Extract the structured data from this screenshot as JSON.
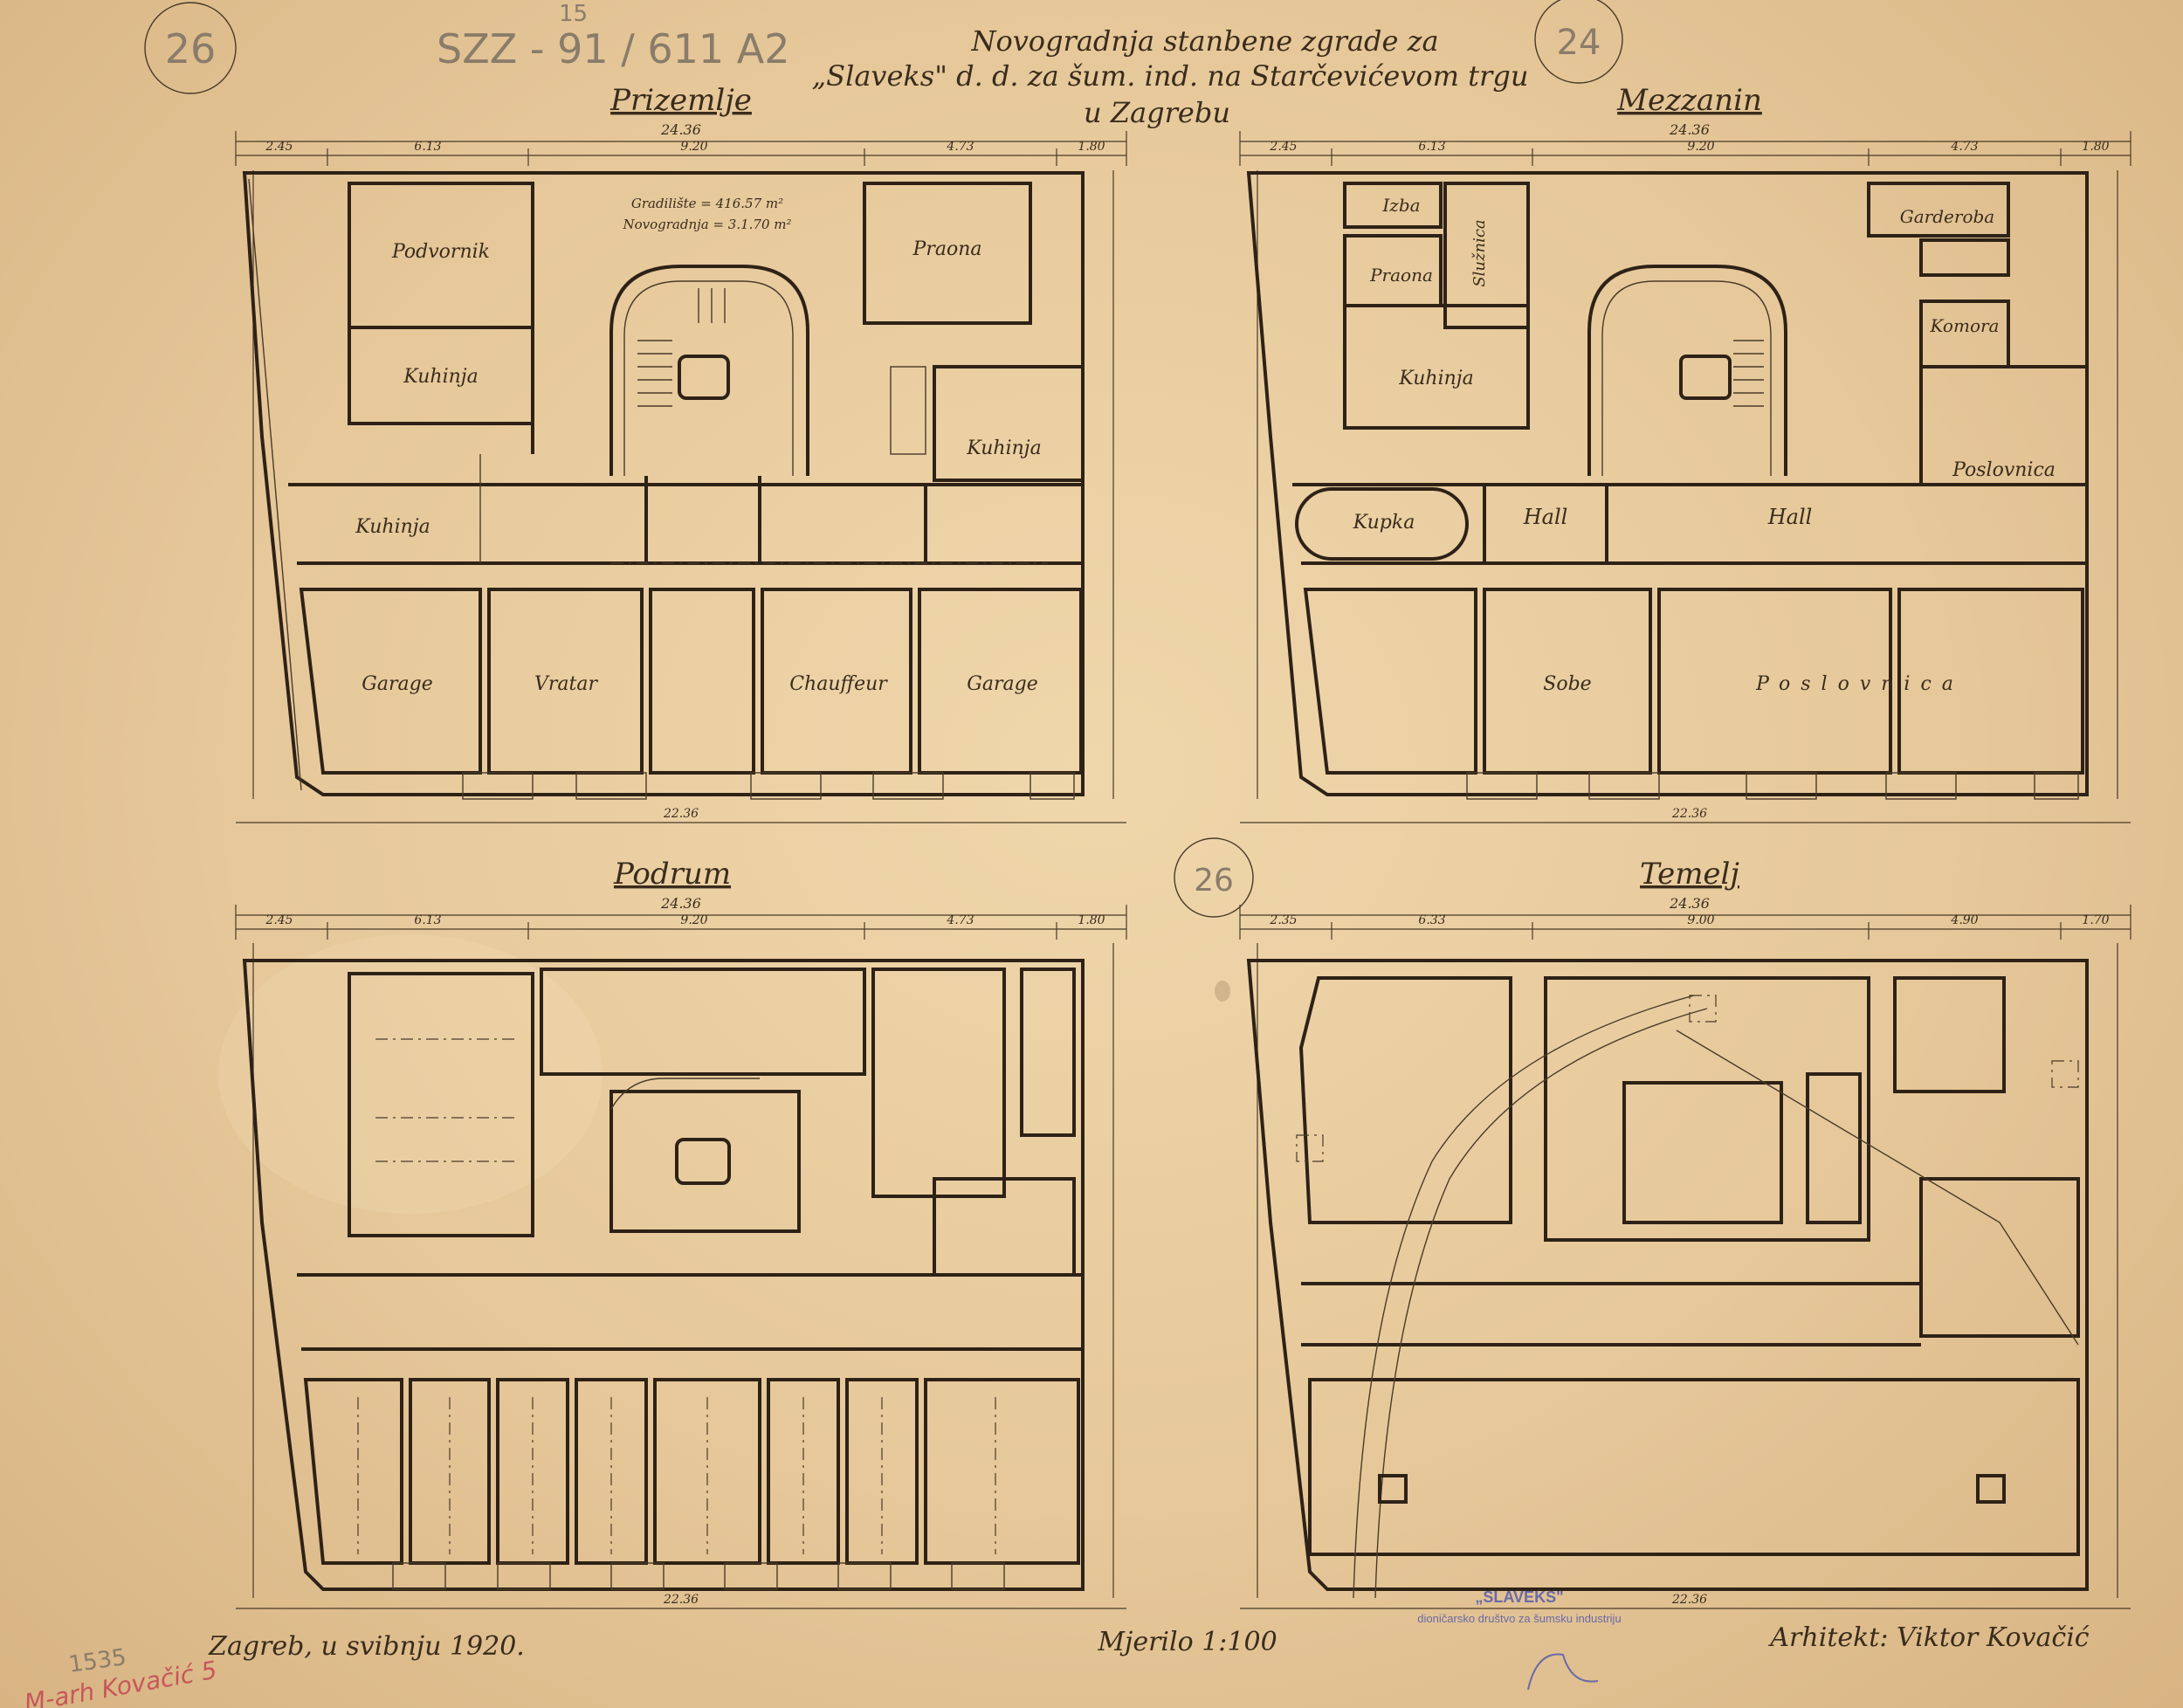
{
  "title": {
    "line1": "Novogradnja stanbene zgrade za",
    "line2": "„Slaveks\" d. d. za šum. ind. na Starčevićevom trgu",
    "line3": "u Zagrebu"
  },
  "archive": {
    "ref": "SZZ - 91 / 611 A2",
    "circle_left": "26",
    "circle_right": "24",
    "circle_mid": "26",
    "superscript": "15"
  },
  "plans": {
    "prizemlje": {
      "heading": "Prizemlje",
      "rooms": [
        "Podvornik",
        "Kuhinja",
        "Praona",
        "Kuhinja",
        "Kuhinja",
        "Garage",
        "Vratar",
        "Chauffeur",
        "Garage"
      ],
      "notes": [
        "Gradilište = 416.57 m²",
        "Novogradnja = 3.1.70 m²"
      ],
      "overall_top": "24.36",
      "overall_bottom": "22.36",
      "segments_top": [
        "2.45",
        "6.13",
        "9.20",
        "4.73",
        "1.80"
      ]
    },
    "mezzanin": {
      "heading": "Mezzanin",
      "rooms": [
        "Izba",
        "Praona",
        "Služnica",
        "Kuhinja",
        "Garderoba",
        "Komora",
        "Poslovnica",
        "Kupka",
        "Hall",
        "Hall",
        "Sobe",
        "Poslovnica"
      ],
      "overall_top": "24.36",
      "overall_bottom": "22.36",
      "segments_top": [
        "2.45",
        "6.13",
        "9.20",
        "4.73",
        "1.80"
      ]
    },
    "podrum": {
      "heading": "Podrum",
      "overall_top": "24.36",
      "overall_bottom": "22.36",
      "segments_top": [
        "2.45",
        "6.13",
        "9.20",
        "4.73",
        "1.80"
      ]
    },
    "temelj": {
      "heading": "Temelj",
      "overall_top": "24.36",
      "overall_bottom": "22.36",
      "segments_top": [
        "2.35",
        "6.33",
        "9.00",
        "4.90",
        "1.70"
      ]
    }
  },
  "footer": {
    "place_date": "Zagreb, u svibnju 1920.",
    "scale": "Mjerilo 1:100",
    "architect": "Arhitekt: Viktor Kovačić",
    "stamp_name": "„SLAVEKS\"",
    "stamp_sub": "dioničarsko društvo za šumsku industriju",
    "pencil_corner": "1535",
    "red_note": "M-arh Kovačić 5"
  },
  "colors": {
    "paper": "#e9cf9f",
    "ink": "#3b2d1e",
    "stamp": "#6a6aa8",
    "red_pencil": "#c6575a"
  }
}
